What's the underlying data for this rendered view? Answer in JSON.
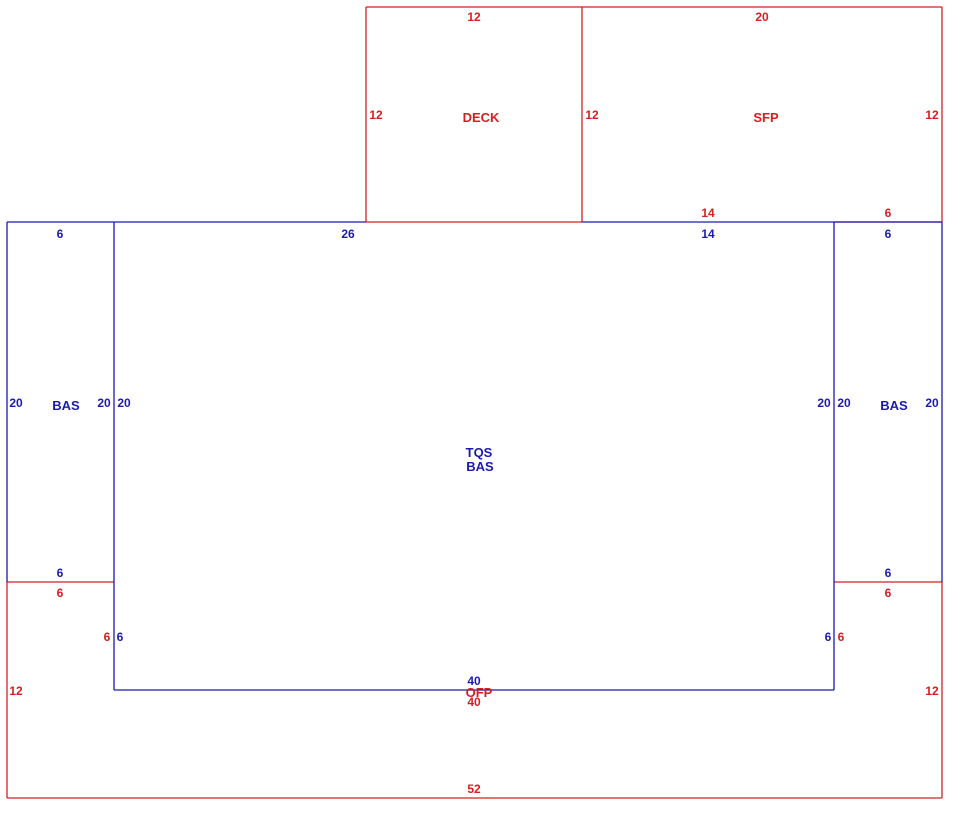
{
  "colors": {
    "living": "#1a1ab0",
    "other": "#d42020",
    "background": "#ffffff"
  },
  "areas": {
    "deck": "DECK",
    "sfp": "SFP",
    "bas_left": "BAS",
    "bas_right": "BAS",
    "tqs": "TQS",
    "bas_main": "BAS",
    "ofp": "OFP"
  },
  "dimensions": {
    "deck_top": "12",
    "deck_left": "12",
    "deck_right": "12",
    "sfp_top": "20",
    "sfp_right": "12",
    "sfp_bottom_left": "14",
    "sfp_bottom_right": "6",
    "main_top_left": "26",
    "main_top_right": "14",
    "main_left": "20",
    "main_right": "20",
    "main_bottom": "40",
    "bas_left_top": "6",
    "bas_left_outer": "20",
    "bas_left_inner": "20",
    "bas_left_bottom": "6",
    "bas_right_top": "6",
    "bas_right_inner": "20",
    "bas_right_outer": "20",
    "bas_right_bottom": "6",
    "ofp_top_left": "6",
    "ofp_step_left": "6",
    "ofp_step_left_blue": "6",
    "ofp_top_right": "6",
    "ofp_step_right": "6",
    "ofp_step_right_blue": "6",
    "ofp_left": "12",
    "ofp_right": "12",
    "ofp_top_center": "40",
    "ofp_bottom": "52"
  }
}
